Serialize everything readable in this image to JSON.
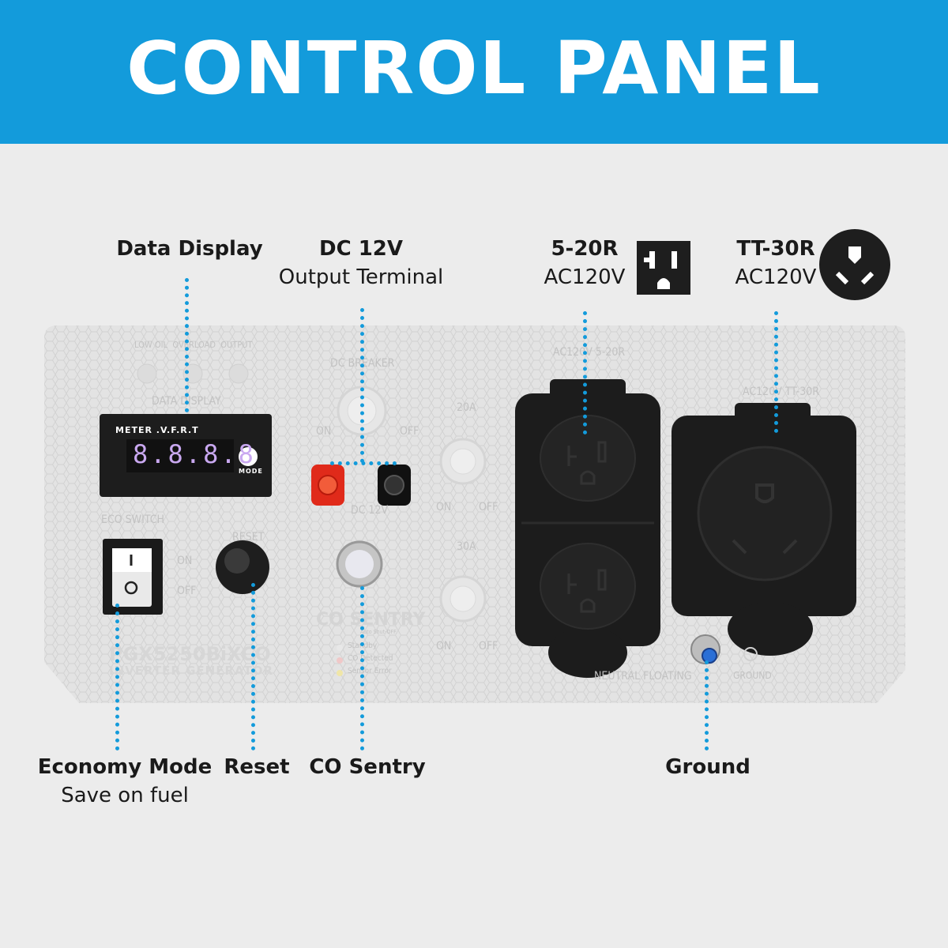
{
  "banner": {
    "title": "CONTROL PANEL"
  },
  "callouts": {
    "data_display": {
      "title": "Data Display"
    },
    "dc12v": {
      "title": "DC 12V",
      "subtitle": "Output Terminal"
    },
    "outlet_520r": {
      "title": "5-20R",
      "subtitle": "AC120V",
      "icon": "nema-5-20r-outlet-icon"
    },
    "outlet_tt30r": {
      "title": "TT-30R",
      "subtitle": "AC120V",
      "icon": "tt-30r-outlet-icon"
    },
    "economy_mode": {
      "title": "Economy Mode",
      "subtitle": "Save on fuel"
    },
    "reset": {
      "title": "Reset"
    },
    "co_sentry": {
      "title": "CO Sentry"
    },
    "ground": {
      "title": "Ground"
    }
  },
  "panel": {
    "indicators": [
      "LOW OIL",
      "OVERLOAD",
      "OUTPUT"
    ],
    "data_display_label": "DATA DISPLAY",
    "meter_label": "METER .V.F.R.T",
    "meter_digits": "8.8.8.8",
    "mode_label": "MODE",
    "dc_breaker_label": "DC BREAKER",
    "on_label": "ON",
    "off_label": "OFF",
    "breaker_20a": "20A",
    "breaker_30a": "30A",
    "dc12v_label": "DC 12V",
    "eco_switch_label": "ECO SWITCH",
    "reset_label": "RESET",
    "co_sentry_logo": "CO SENTRY",
    "co_sentry_sub": "Auto Shut-OFF",
    "co_legend": [
      "Standby",
      "CO Detected",
      "Sensor Error"
    ],
    "model_name": "PGX5250BiXCO",
    "model_sub": "INVERTER GENERATOR",
    "ac_520r_label": "AC120V 5-20R",
    "ac_tt30r_label": "AC120V TT-30R",
    "neutral_label": "NEUTRAL FLOATING",
    "ground_label": "GROUND"
  },
  "colors": {
    "accent": "#139bdb",
    "panel": "#e3e3e3",
    "cover": "#1c1c1c"
  }
}
